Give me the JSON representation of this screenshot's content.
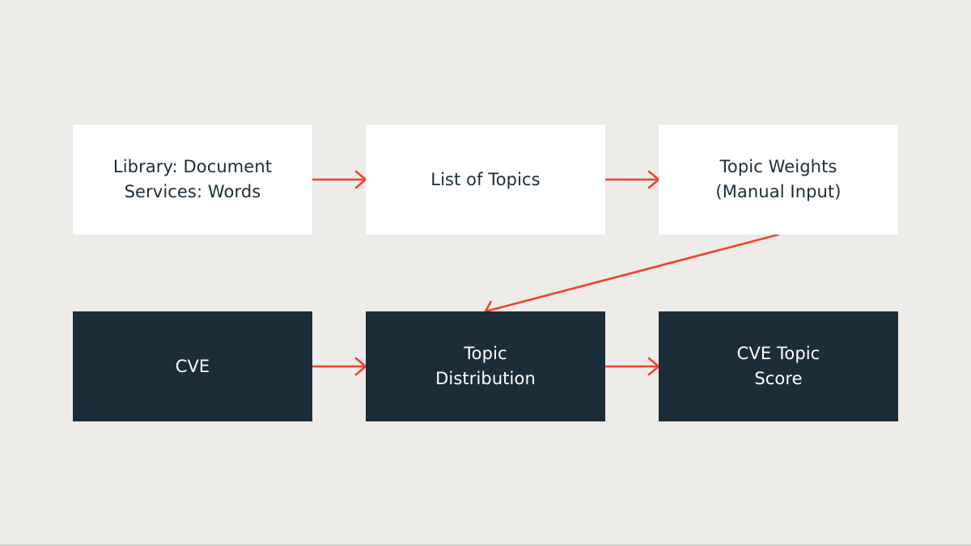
{
  "diagram": {
    "nodes": [
      {
        "id": "n1",
        "label": "Library: Document\nServices: Words",
        "style": "light"
      },
      {
        "id": "n2",
        "label": "List of Topics",
        "style": "light"
      },
      {
        "id": "n3",
        "label": "Topic Weights\n(Manual Input)",
        "style": "light"
      },
      {
        "id": "n4",
        "label": "CVE",
        "style": "dark"
      },
      {
        "id": "n5",
        "label": "Topic\nDistribution",
        "style": "dark"
      },
      {
        "id": "n6",
        "label": "CVE Topic\nScore",
        "style": "dark"
      }
    ],
    "edges": [
      {
        "from": "n1",
        "to": "n2"
      },
      {
        "from": "n2",
        "to": "n3"
      },
      {
        "from": "n3",
        "to": "n5"
      },
      {
        "from": "n4",
        "to": "n5"
      },
      {
        "from": "n5",
        "to": "n6"
      }
    ]
  },
  "colors": {
    "background": "#EEECE9",
    "light_box": "#FFFFFF",
    "dark_box": "#1B2D38",
    "arrow": "#F0412E"
  }
}
